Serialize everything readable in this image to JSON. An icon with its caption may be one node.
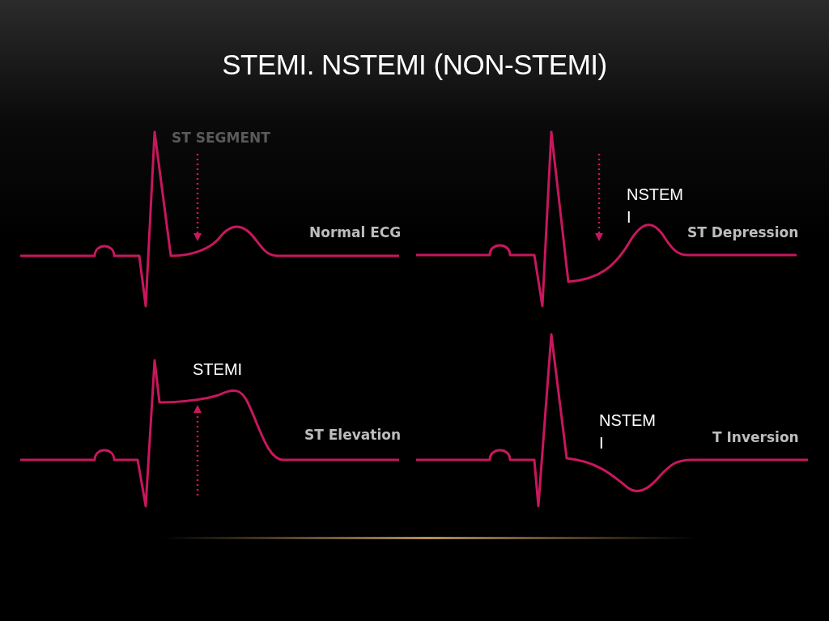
{
  "diagram": {
    "title": "STEMI. NSTEMI (NON-STEMI)",
    "labels": [
      "ST SEGMENT",
      "NSTEMI",
      "Normal ECG",
      "ST Depression",
      "STEMI",
      "ST Elevation",
      "NSTEMI",
      "T Inversion"
    ]
  }
}
